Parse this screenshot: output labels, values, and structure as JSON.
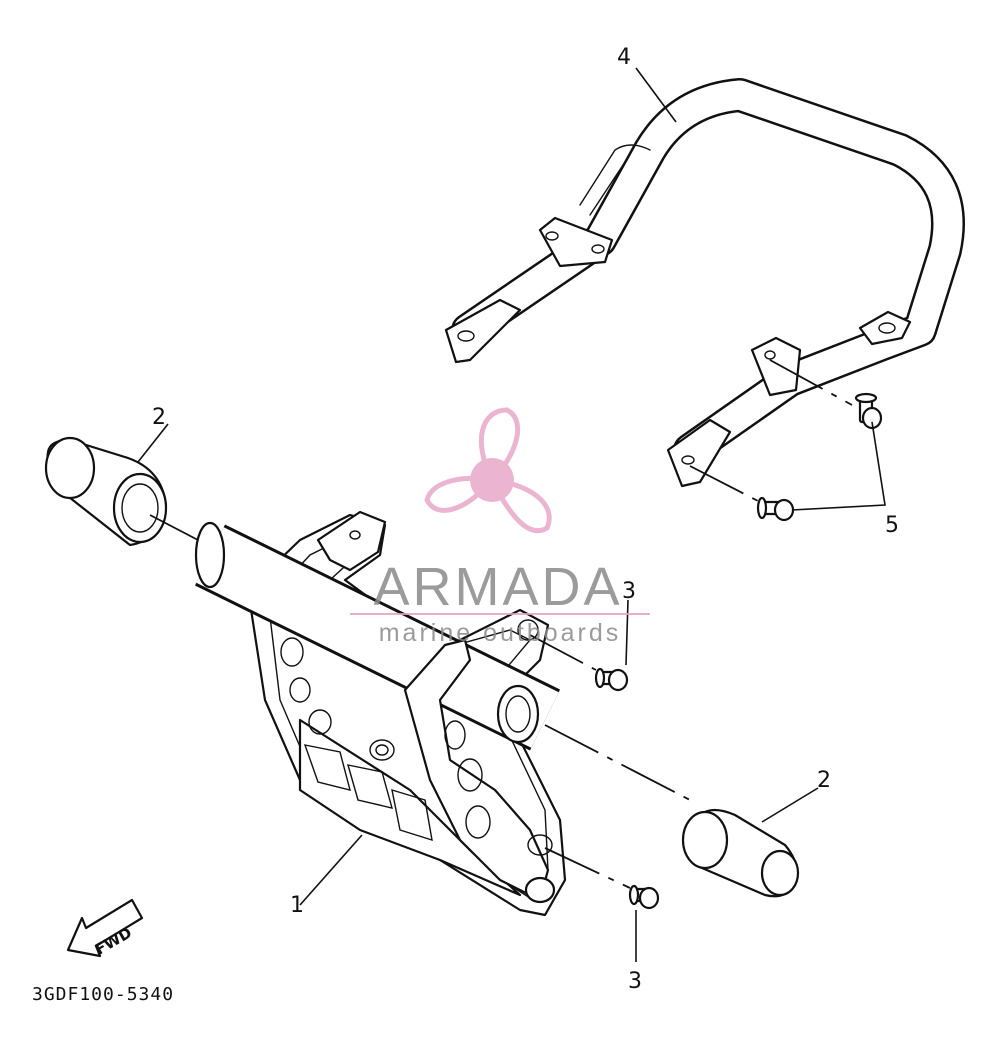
{
  "diagram": {
    "callouts": {
      "part_1": "1",
      "part_2_left": "2",
      "part_2_right": "2",
      "part_3_upper": "3",
      "part_3_lower": "3",
      "part_4": "4",
      "part_5": "5"
    },
    "fwd_label": "FWD",
    "drawing_code": "3GDF100-5340"
  },
  "watermark": {
    "title": "ARMADA",
    "subtitle": "marine outboards",
    "colors": {
      "text": "#8a8a8a",
      "accent": "#e8a8c8",
      "line": "#e7a0c4"
    }
  }
}
